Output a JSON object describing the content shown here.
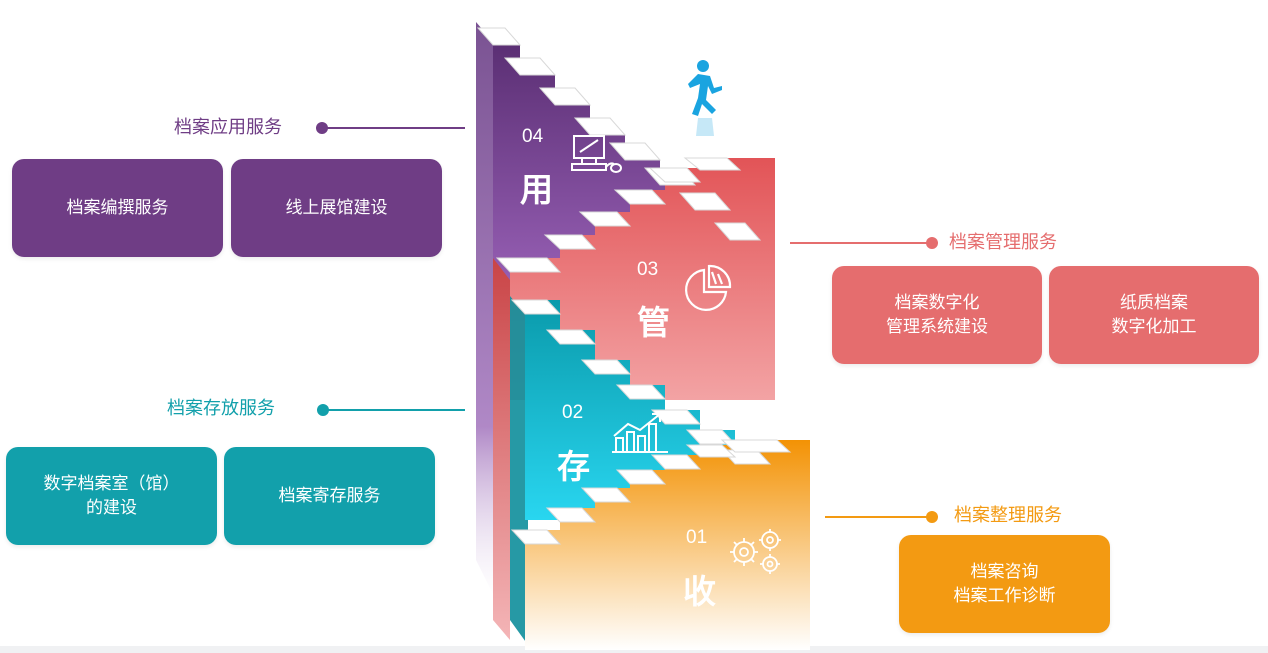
{
  "colors": {
    "purple": "#6f3d85",
    "red": "#e56d6e",
    "teal": "#12a0ab",
    "orange": "#f39a12"
  },
  "steps": [
    {
      "num": "04",
      "char": "用",
      "icon": "computer-icon"
    },
    {
      "num": "03",
      "char": "管",
      "icon": "pie-chart-icon"
    },
    {
      "num": "02",
      "char": "存",
      "icon": "growth-chart-icon"
    },
    {
      "num": "01",
      "char": "收",
      "icon": "gears-icon"
    }
  ],
  "services": {
    "application": {
      "title": "档案应用服务",
      "cards": [
        "档案编撰服务",
        "线上展馆建设"
      ]
    },
    "management": {
      "title": "档案管理服务",
      "cards": [
        "档案数字化\n管理系统建设",
        "纸质档案\n数字化加工"
      ]
    },
    "storage": {
      "title": "档案存放服务",
      "cards": [
        "数字档案室（馆）\n的建设",
        "档案寄存服务"
      ]
    },
    "organize": {
      "title": "档案整理服务",
      "cards": [
        "档案咨询\n档案工作诊断"
      ]
    }
  },
  "figure": "runner-icon"
}
